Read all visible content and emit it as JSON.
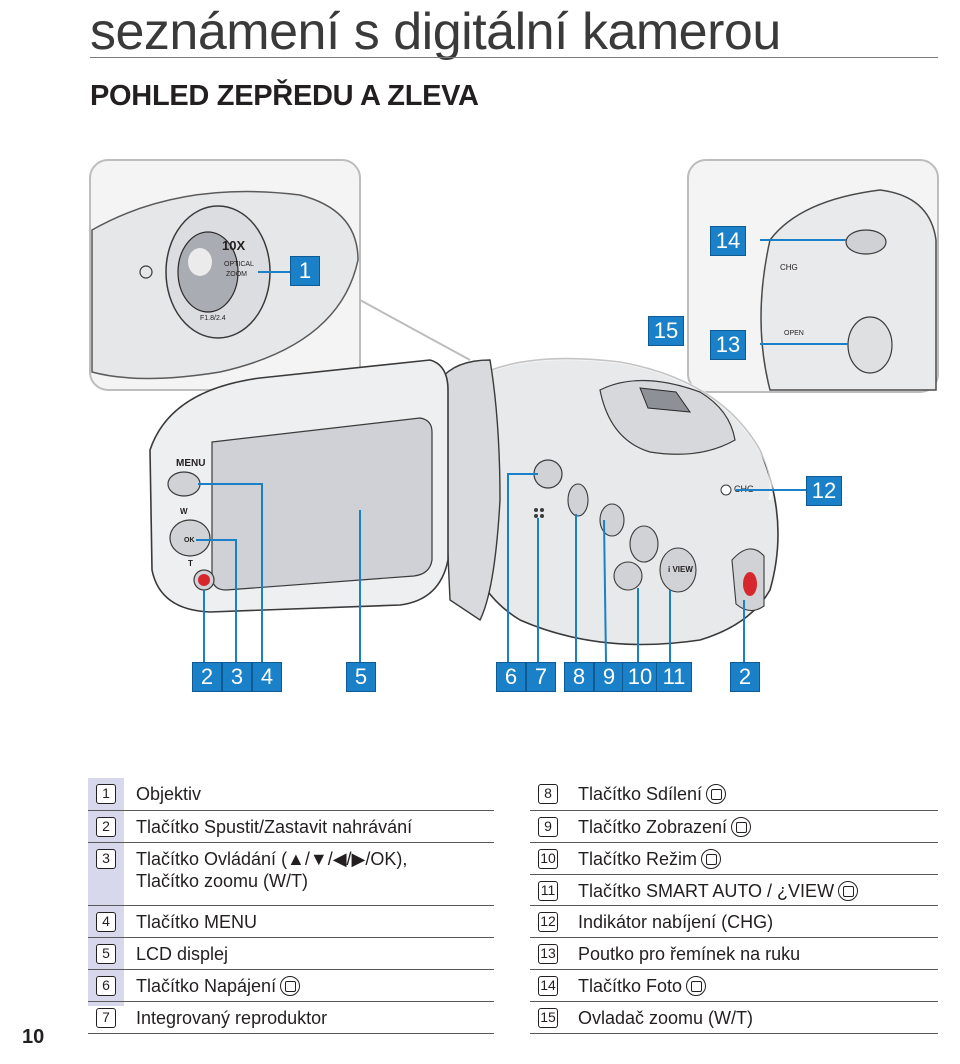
{
  "header": {
    "title": "seznámení s digitální kamerou",
    "subtitle": "POHLED ZEPŘEDU A ZLEVA"
  },
  "figure": {
    "lens_markings": [
      "10X",
      "OPTICAL",
      "ZOOM",
      "F1.8/2.4"
    ],
    "body_labels": [
      "MENU",
      "W",
      "OK",
      "T",
      "CHG",
      "OPEN",
      "i VIEW"
    ],
    "callouts": [
      "1",
      "14",
      "15",
      "13",
      "12",
      "2",
      "3",
      "4",
      "5",
      "6",
      "7",
      "8",
      "9",
      "10",
      "11",
      "2"
    ]
  },
  "legend": {
    "left": [
      {
        "num": "1",
        "text": "Objektiv"
      },
      {
        "num": "2",
        "text": "Tlačítko Spustit/Zastavit nahrávání"
      },
      {
        "num": "3",
        "text": "Tlačítko Ovládání (▲/▼/◀/▶/OK),",
        "text2": "Tlačítko zoomu (W/T)"
      },
      {
        "num": "4",
        "text": "Tlačítko MENU"
      },
      {
        "num": "5",
        "text": "LCD displej"
      },
      {
        "num": "6",
        "text": "Tlačítko Napájení"
      },
      {
        "num": "7",
        "text": "Integrovaný reproduktor"
      }
    ],
    "right": [
      {
        "num": "8",
        "text": "Tlačítko Sdílení"
      },
      {
        "num": "9",
        "text": "Tlačítko Zobrazení"
      },
      {
        "num": "10",
        "text": "Tlačítko Režim"
      },
      {
        "num": "11",
        "text": "Tlačítko SMART AUTO / ¿VIEW"
      },
      {
        "num": "12",
        "text": "Indikátor nabíjení (CHG)"
      },
      {
        "num": "13",
        "text": "Poutko pro řemínek na ruku"
      },
      {
        "num": "14",
        "text": "Tlačítko Foto"
      },
      {
        "num": "15",
        "text": "Ovladač zoomu (W/T)"
      }
    ]
  },
  "page_number": "10",
  "colors": {
    "callout": "#1a80c8",
    "sidebar": "#d7d8ec"
  }
}
